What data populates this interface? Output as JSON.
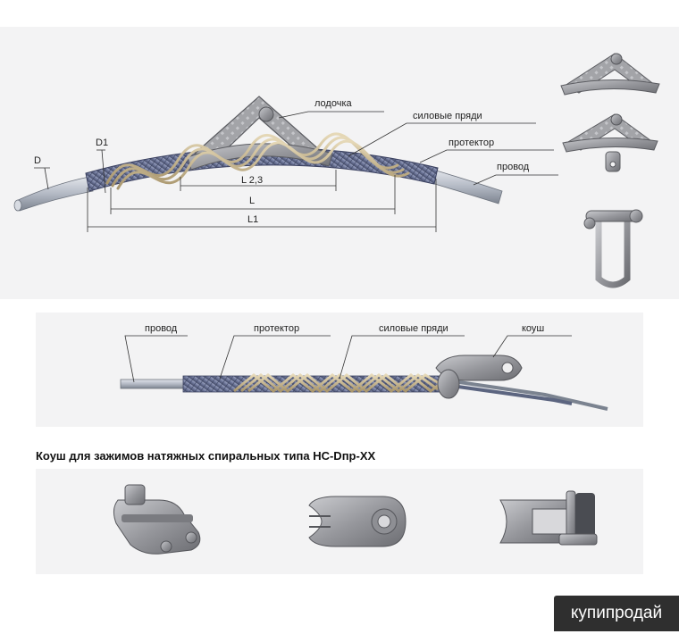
{
  "top_diagram": {
    "labels": {
      "boat": "лодочка",
      "power_strands": "силовые пряди",
      "protector": "протектор",
      "wire": "провод"
    },
    "dimensions": {
      "d": "D",
      "d1": "D1",
      "l23": "L 2,3",
      "l": "L",
      "l1": "L1"
    }
  },
  "middle_diagram": {
    "labels": {
      "wire": "провод",
      "protector": "протектор",
      "power_strands": "силовые пряди",
      "thimble": "коуш"
    }
  },
  "section_title": "Коуш для зажимов натяжных спиральных типа НС-Dпр-ХХ",
  "watermark": "купипродай",
  "colors": {
    "panel_bg": "#f3f3f4",
    "wire_steel": "#b8bec8",
    "protector_blue": "#6f7898",
    "strand_tan": "#c9b894",
    "metal_grey": "#8e8f93",
    "watermark_bg": "#2f2f2f"
  }
}
